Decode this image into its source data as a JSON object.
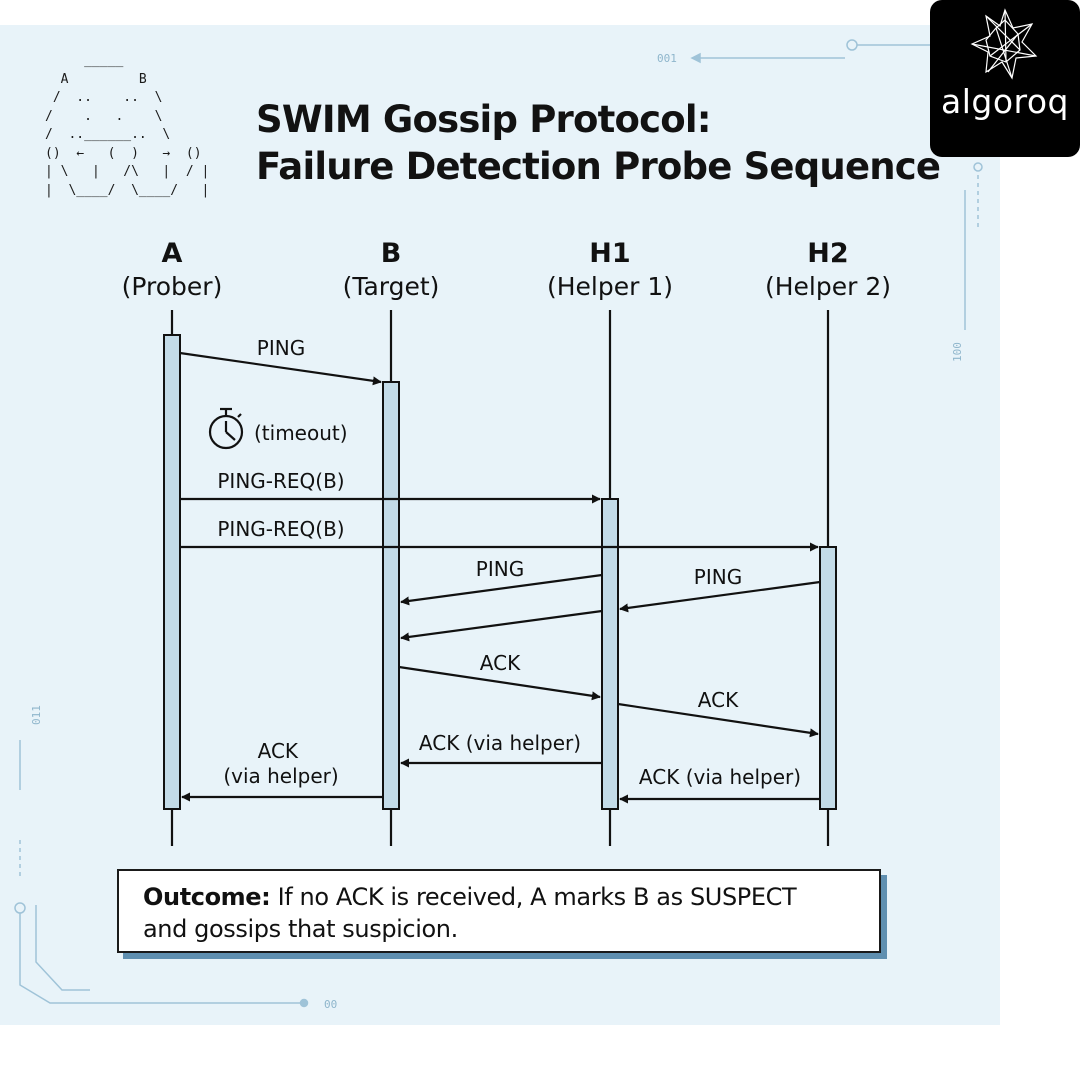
{
  "title": {
    "line1": "SWIM Gossip Protocol:",
    "line2": "Failure Detection Probe Sequence"
  },
  "ascii_art": "     _____\n  A         B\n /  ..    ..  \\\n/    .   .    \\\n/  ..______..  \\\n()  ←   (  )   →  ()\n| \\   |   /\\   |  / |\n|  \\____/  \\____/   |",
  "logo": {
    "text": "algoroq",
    "icon": "geodesic-star-icon"
  },
  "participants": [
    {
      "id": "A",
      "role": "(Prober)"
    },
    {
      "id": "B",
      "role": "(Target)"
    },
    {
      "id": "H1",
      "role": "(Helper 1)"
    },
    {
      "id": "H2",
      "role": "(Helper 2)"
    }
  ],
  "timeout_label": "(timeout)",
  "timeout_icon": "stopwatch-icon",
  "messages": [
    {
      "from": "A",
      "to": "B",
      "label": "PING"
    },
    {
      "from": "A",
      "to": "H1",
      "label": "PING-REQ(B)"
    },
    {
      "from": "A",
      "to": "H2",
      "label": "PING-REQ(B)"
    },
    {
      "from": "H1",
      "to": "B",
      "label": "PING"
    },
    {
      "from": "H2",
      "to": "H1",
      "label": "PING"
    },
    {
      "from": "H1",
      "to": "B",
      "label": ""
    },
    {
      "from": "B",
      "to": "H1",
      "label": "ACK"
    },
    {
      "from": "H1",
      "to": "H2",
      "label": "ACK"
    },
    {
      "from": "H1",
      "to": "B",
      "label": "ACK (via helper)"
    },
    {
      "from": "B",
      "to": "A",
      "label": "ACK\n(via helper)"
    },
    {
      "from": "H2",
      "to": "H1",
      "label": "ACK (via helper)"
    }
  ],
  "outcome": {
    "label": "Outcome:",
    "text": " If no ACK is received, A marks B as SUSPECT",
    "text2": "and gossips that suspicion."
  },
  "decorations": [
    "001",
    "100",
    "011",
    "00"
  ],
  "colors": {
    "background": "#e8f3f9",
    "activation_fill": "#c3dbe8",
    "shadow": "#5f8fb0",
    "circuit": "#9fc3d8",
    "ink": "#111111"
  }
}
